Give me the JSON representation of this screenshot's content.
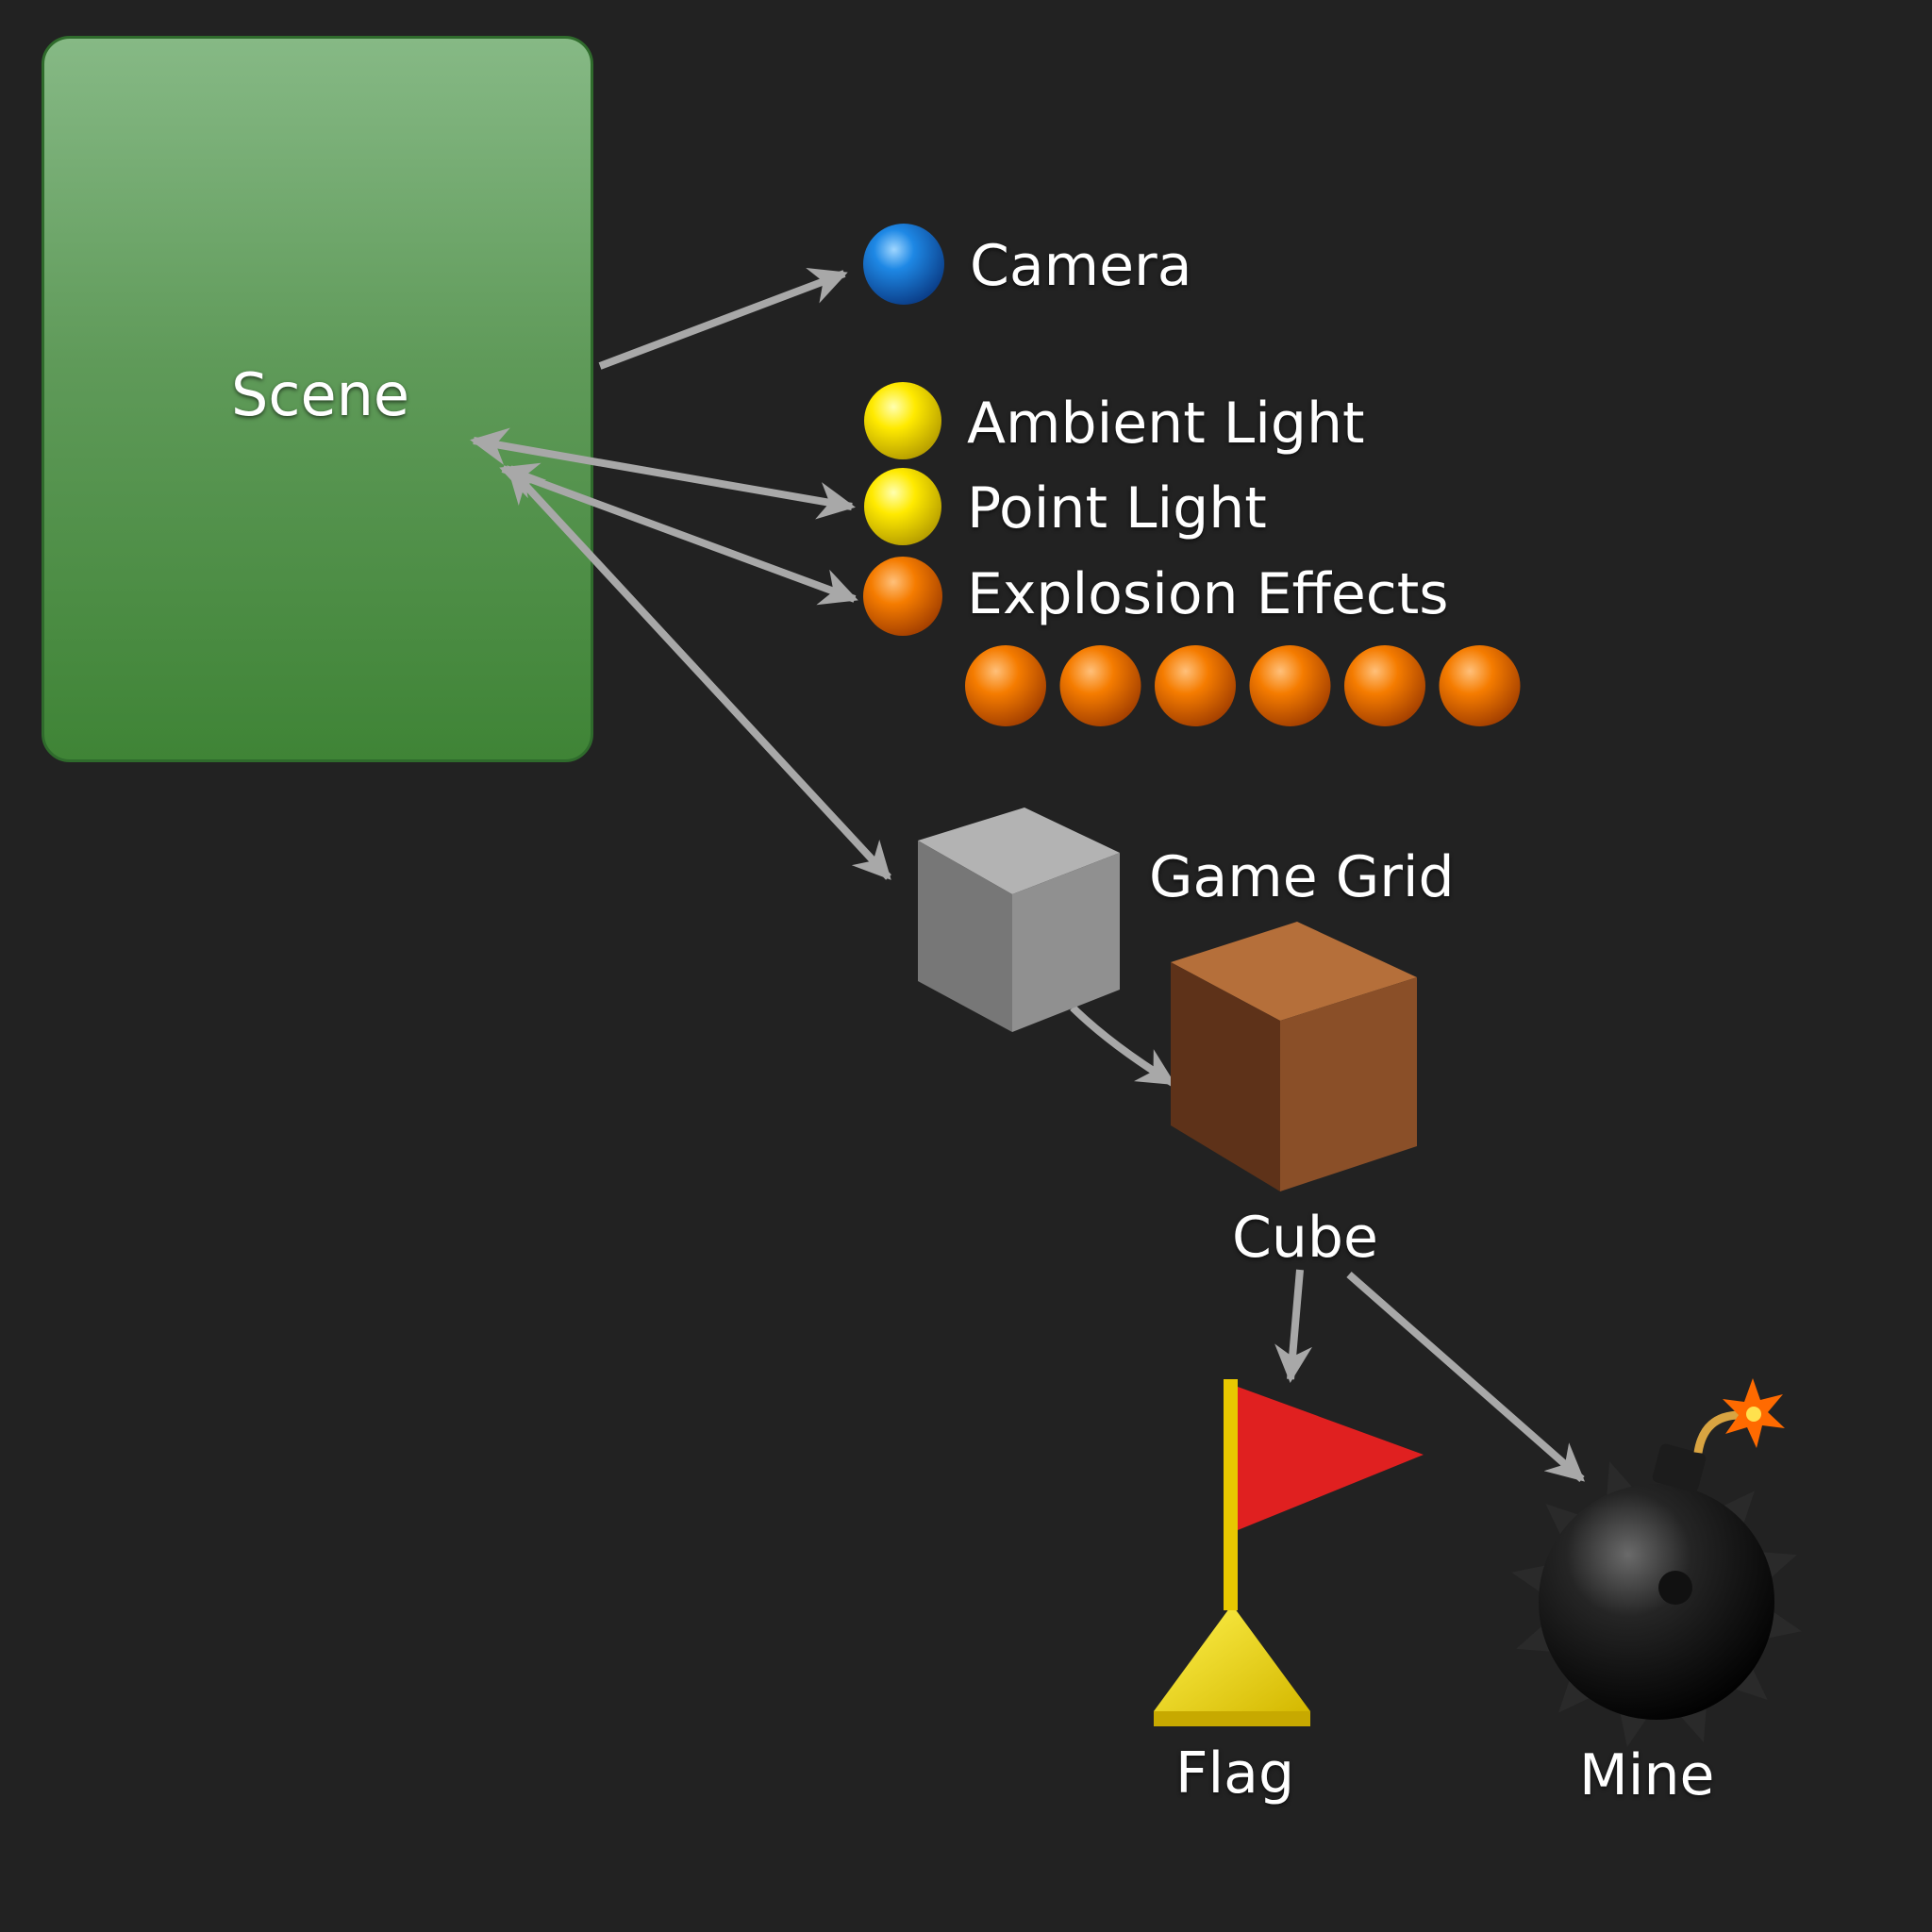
{
  "nodes": {
    "scene": "Scene",
    "camera": "Camera",
    "ambient_light": "Ambient Light",
    "point_light": "Point Light",
    "explosion_effects": "Explosion Effects",
    "game_grid": "Game Grid",
    "cube": "Cube",
    "flag": "Flag",
    "mine": "Mine"
  },
  "explosion_particle_count": 6,
  "colors": {
    "background": "#222222",
    "scene_box": "#5f9a59",
    "camera": "#1e88e5",
    "light": "#ffea00",
    "explosion": "#f57c00",
    "arrow": "#a8a8a8",
    "grid_cube": "#8a8a8a",
    "cube": "#8b4f26",
    "flag": "#e02020",
    "flag_base": "#f5e000",
    "mine": "#1a1a1a"
  },
  "icons": [
    "camera-sphere-icon",
    "ambient-light-sphere-icon",
    "point-light-sphere-icon",
    "explosion-sphere-icon",
    "grid-cube-icon",
    "cube-icon",
    "flag-icon",
    "mine-icon"
  ]
}
